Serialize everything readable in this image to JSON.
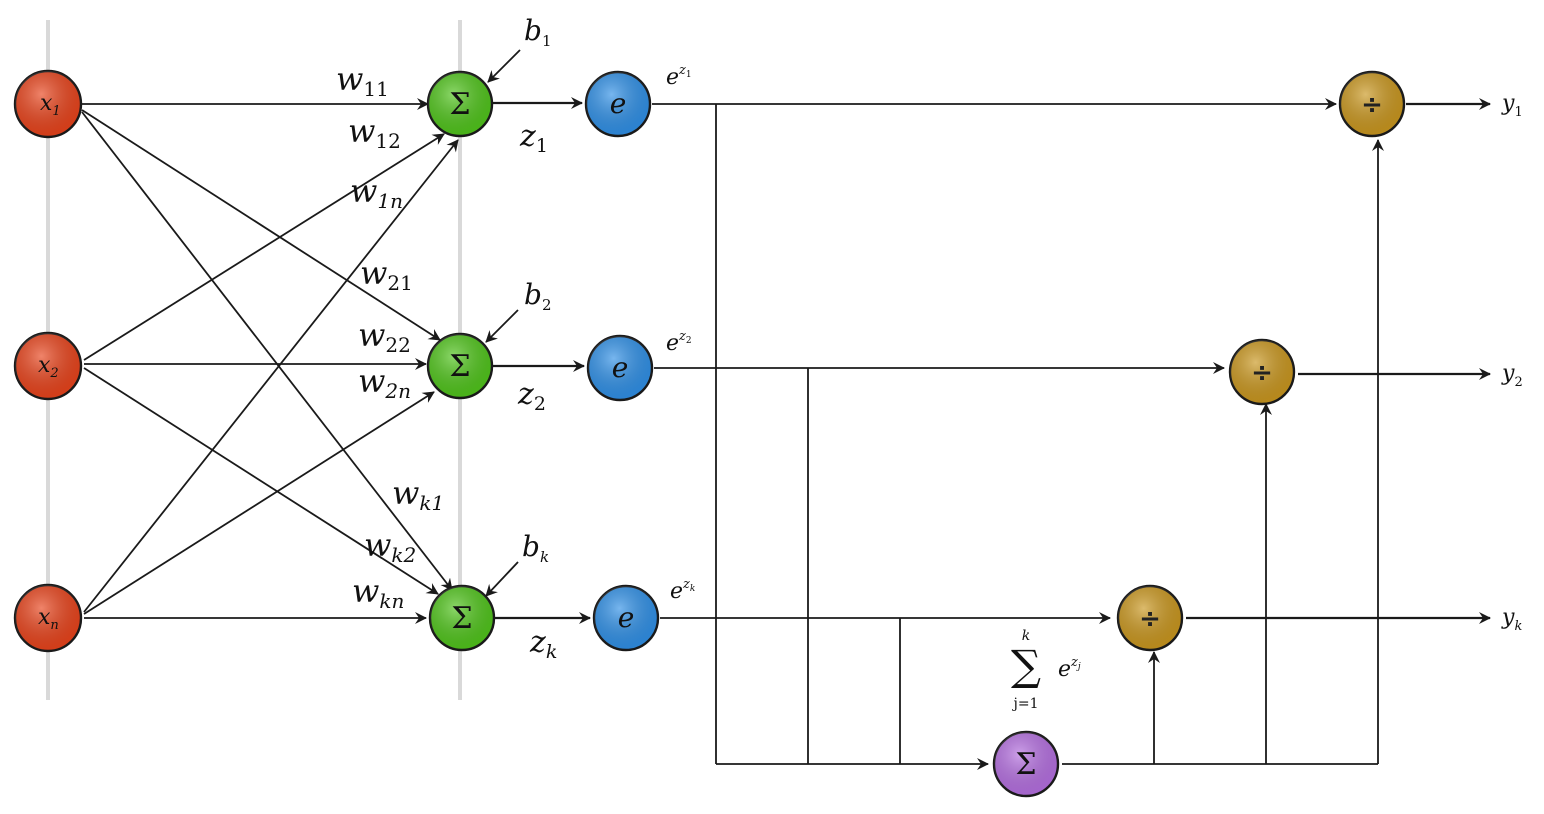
{
  "colors": {
    "input": "#e8421a",
    "sum": "#4fc41a",
    "exp": "#2e8fe6",
    "divide": "#c9961d",
    "total": "#b46ee0"
  },
  "inputs": [
    {
      "base": "x",
      "sub": "1"
    },
    {
      "base": "x",
      "sub": "2"
    },
    {
      "base": "x",
      "sub": "n"
    }
  ],
  "weights": [
    {
      "base": "w",
      "sub": "11"
    },
    {
      "base": "w",
      "sub": "12"
    },
    {
      "base": "w",
      "sub": "1n"
    },
    {
      "base": "w",
      "sub": "21"
    },
    {
      "base": "w",
      "sub": "22"
    },
    {
      "base": "w",
      "sub": "2n"
    },
    {
      "base": "w",
      "sub": "k1"
    },
    {
      "base": "w",
      "sub": "k2"
    },
    {
      "base": "w",
      "sub": "kn"
    }
  ],
  "biases": [
    {
      "base": "b",
      "sub": "1"
    },
    {
      "base": "b",
      "sub": "2"
    },
    {
      "base": "b",
      "sub": "k"
    }
  ],
  "sum_symbol": "Σ",
  "z_labels": [
    {
      "base": "z",
      "sub": "1"
    },
    {
      "base": "z",
      "sub": "2"
    },
    {
      "base": "z",
      "sub": "k"
    }
  ],
  "exp_symbol": "e",
  "exp_labels": [
    {
      "base": "e",
      "sup": "z",
      "supsub": "1"
    },
    {
      "base": "e",
      "sup": "z",
      "supsub": "2"
    },
    {
      "base": "e",
      "sup": "z",
      "supsub": "k"
    }
  ],
  "divide_symbol": "÷",
  "outputs": [
    {
      "base": "y",
      "sub": "1"
    },
    {
      "base": "y",
      "sub": "2"
    },
    {
      "base": "y",
      "sub": "k"
    }
  ],
  "total_sum_label": {
    "sigma": "∑",
    "upper": "k",
    "lower": "j=1",
    "base": "e",
    "sup": "z",
    "supsub": "j"
  }
}
